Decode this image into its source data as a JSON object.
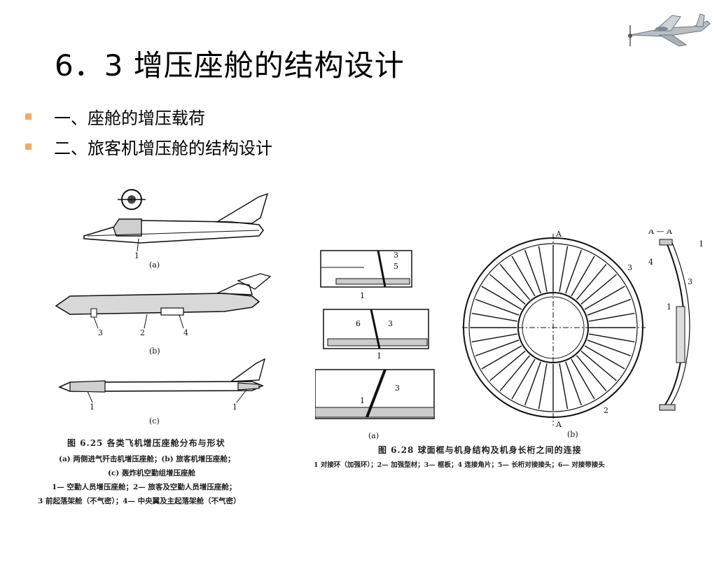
{
  "slide": {
    "title": "6．3 增压座舱的结构设计",
    "bullets": [
      {
        "label": "一、座舱的增压载荷"
      },
      {
        "label": "二、旅客机增压舱的结构设计"
      }
    ],
    "bullet_color": "#F5A862"
  },
  "figure_left": {
    "sub_labels": [
      "(a)",
      "(b)",
      "(c)"
    ],
    "callouts_a": [
      "1"
    ],
    "callouts_b": [
      "3",
      "2",
      "4"
    ],
    "callouts_c": [
      "1",
      "1"
    ],
    "caption_title": "图 6.25    各类飞机增压座舱分布与形状",
    "caption_lines": [
      "(a) 两侧进气歼击机增压座舱；(b) 旅客机增压座舱；",
      "(c) 轰炸机空勤组增压座舱",
      "1— 空勤人员增压座舱；2— 旅客及空勤人员增压座舱；",
      "3    前起落架舱（不气密）；4— 中央翼及主起落架舱（不气密）"
    ]
  },
  "figure_right": {
    "sub_labels": [
      "(a)",
      "(b)"
    ],
    "callouts_a": [
      "3",
      "5",
      "1",
      "6",
      "3",
      "1",
      "3",
      "1"
    ],
    "callouts_b": [
      "A",
      "3",
      "2",
      "A"
    ],
    "section_label": "A — A",
    "callouts_section": [
      "1",
      "4",
      "3",
      "1"
    ],
    "caption_title": "图 6.28    球面框与机身结构及机身长桁之间的连接",
    "caption_line": "1    对接环（加强环）；2— 加强型材；3— 框板；4    连接角片；5— 长桁对接接头；6— 对接带接头"
  }
}
